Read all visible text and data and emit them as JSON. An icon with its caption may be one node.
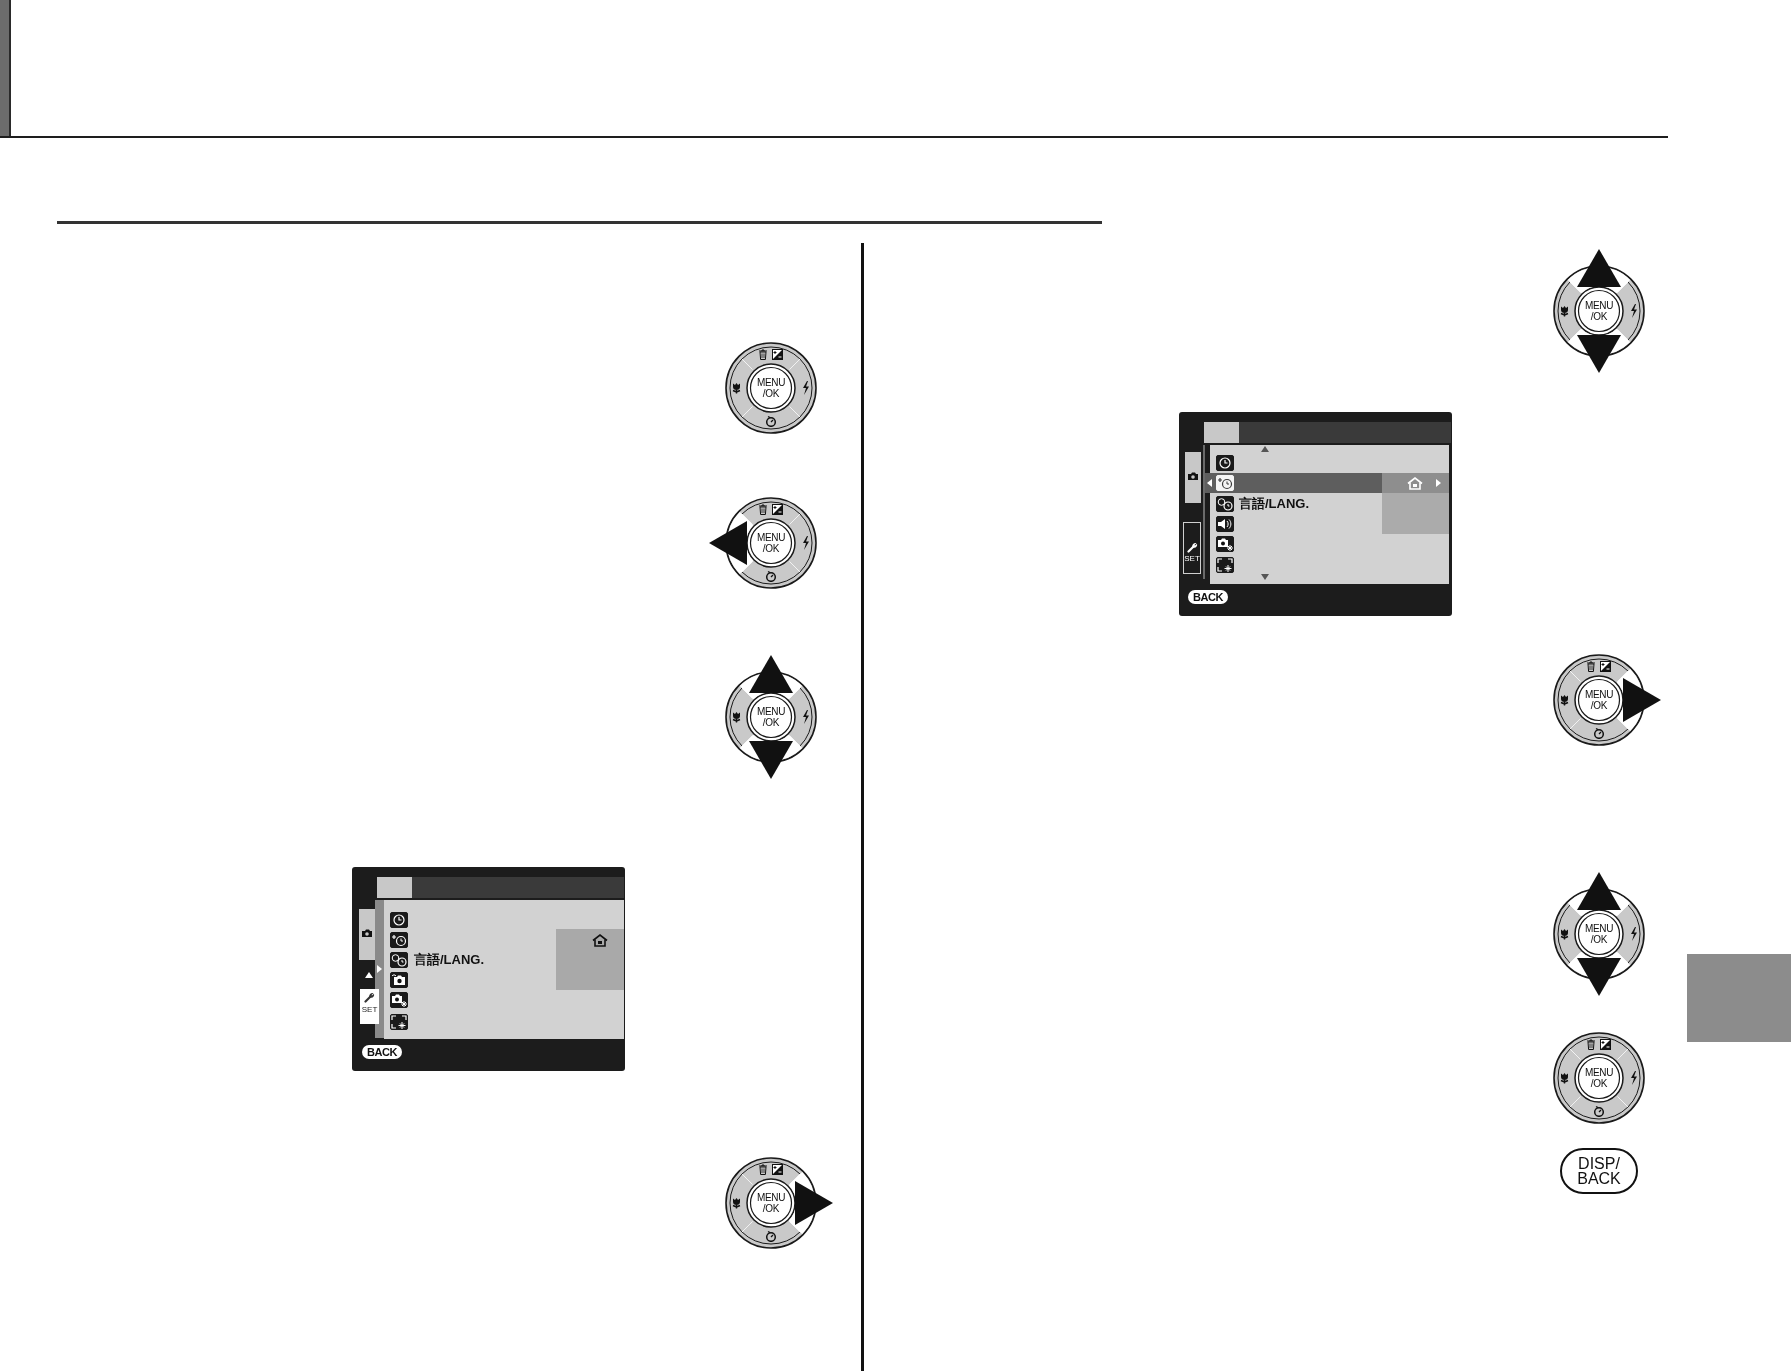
{
  "diagram": {
    "nodes": [
      {
        "text": [
          "MENU /OK"
        ]
      },
      {
        "text": [
          "MENU /OK"
        ]
      },
      {
        "text": [
          "MENU /OK"
        ]
      },
      {
        "text": [
          "言語/LANG."
        ]
      },
      {
        "text": [
          "SET"
        ],
        "in": 3
      },
      {
        "text": [
          "BACK"
        ],
        "in": 3
      },
      {
        "text": [
          "MENU /OK"
        ]
      },
      {
        "text": [
          "MENU /OK"
        ]
      },
      {
        "text": [
          "言語/LANG."
        ]
      },
      {
        "text": [
          "SET"
        ],
        "in": 8
      },
      {
        "text": [
          "BACK"
        ],
        "in": 8
      },
      {
        "text": [
          "MENU /OK"
        ]
      },
      {
        "text": [
          "MENU /OK"
        ]
      },
      {
        "text": [
          "MENU /OK"
        ]
      },
      {
        "text": [
          "DISP/ BACK"
        ]
      },
      {
        "text": [],
        "shape": "box"
      }
    ]
  }
}
